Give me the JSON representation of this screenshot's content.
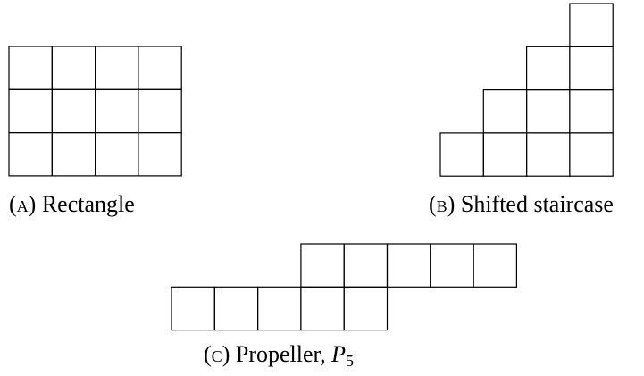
{
  "figures": [
    {
      "id": "a",
      "tag": "a",
      "caption_paren_open": "(",
      "caption_tag": "A",
      "caption_paren_close": ")",
      "caption_text": "Rectangle",
      "rows": [
        [
          0,
          1,
          2,
          3
        ],
        [
          0,
          1,
          2,
          3
        ],
        [
          0,
          1,
          2,
          3
        ]
      ]
    },
    {
      "id": "b",
      "tag": "b",
      "caption_paren_open": "(",
      "caption_tag": "B",
      "caption_paren_close": ")",
      "caption_text": "Shifted staircase",
      "rows": [
        [
          3
        ],
        [
          2,
          3
        ],
        [
          1,
          2,
          3
        ],
        [
          0,
          1,
          2,
          3
        ]
      ]
    },
    {
      "id": "c",
      "tag": "c",
      "caption_paren_open": "(",
      "caption_tag": "C",
      "caption_paren_close": ")",
      "caption_text": "Propeller, ",
      "caption_math_base": "P",
      "caption_math_sub": "5",
      "rows": [
        [
          3,
          4,
          5,
          6,
          7
        ],
        [
          0,
          1,
          2,
          3,
          4
        ]
      ]
    }
  ]
}
